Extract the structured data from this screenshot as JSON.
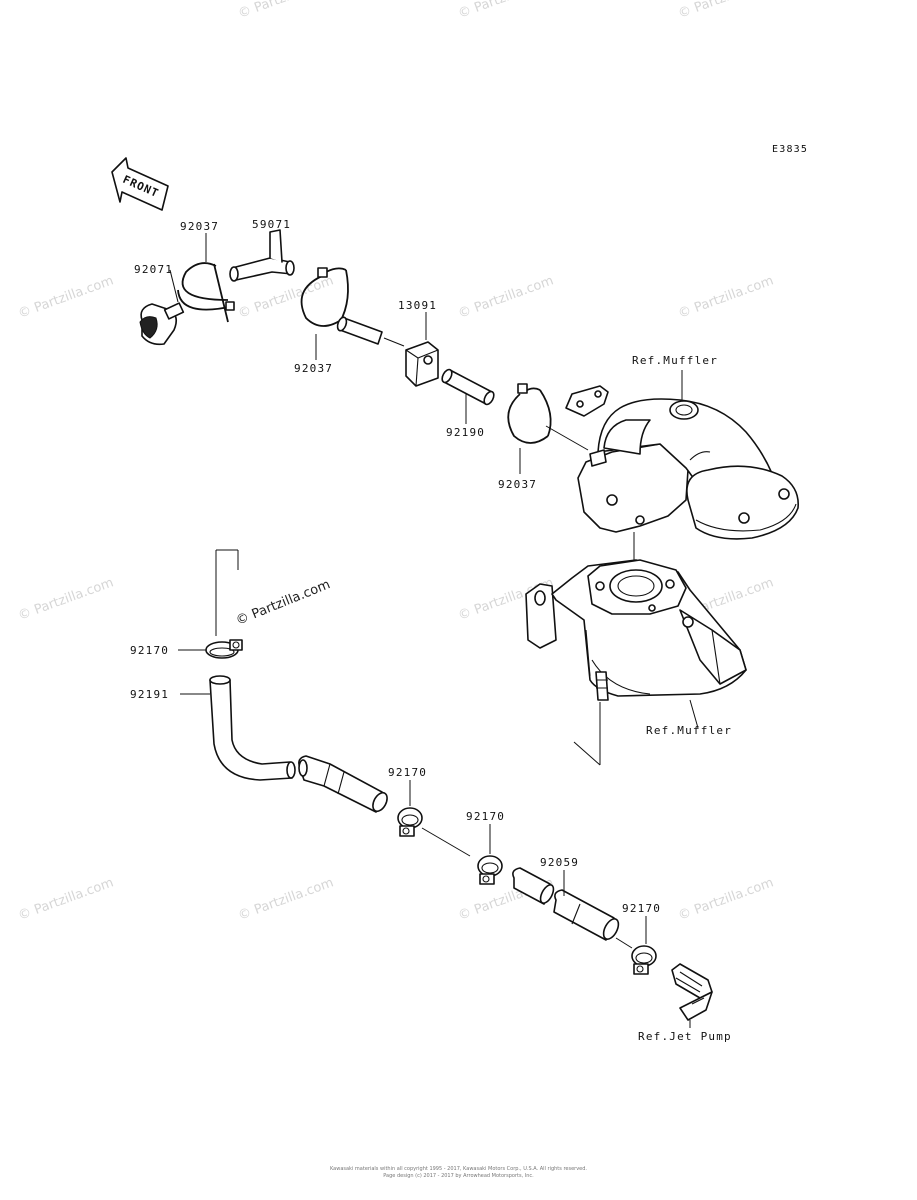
{
  "diagram_code": "E3835",
  "front_label": "FRONT",
  "parts": {
    "p92071": "92071",
    "p92037a": "92037",
    "p59071": "59071",
    "p92037b": "92037",
    "p13091": "13091",
    "p92190": "92190",
    "p92037c": "92037",
    "p92170a": "92170",
    "p92191": "92191",
    "p92170b": "92170",
    "p92170c": "92170",
    "p92059": "92059",
    "p92170d": "92170"
  },
  "refs": {
    "muffler_top": "Ref.Muffler",
    "muffler_bottom": "Ref.Muffler",
    "jet_pump": "Ref.Jet Pump"
  },
  "watermark": "© Partzilla.com",
  "copyright_line1": "Kawasaki materials within all copyright 1995 - 2017, Kawasaki Motors Corp., U.S.A. All rights reserved.",
  "copyright_line2": "Page design (c) 2017 - 2017 by Arrowhead Motorsports, Inc.",
  "colors": {
    "ink": "#111111",
    "watermark": "#d6d6d6",
    "paper": "#ffffff"
  }
}
